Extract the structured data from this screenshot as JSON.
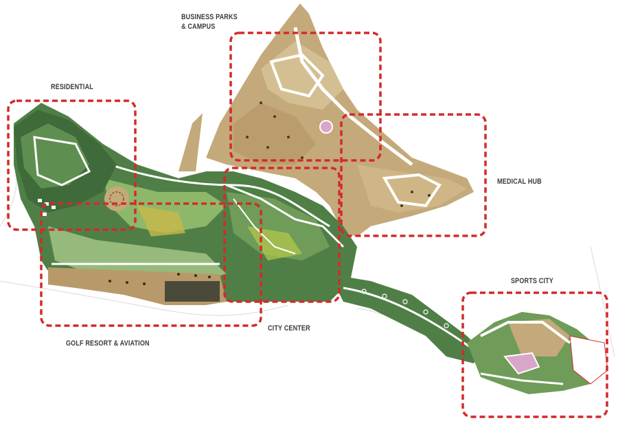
{
  "map": {
    "zones": [
      {
        "id": "business",
        "label_lines": [
          "BUSINESS PARKS",
          "& CAMPUS"
        ]
      },
      {
        "id": "residential",
        "label_lines": [
          "RESIDENTIAL"
        ]
      },
      {
        "id": "medical",
        "label_lines": [
          "MEDICAL HUB"
        ]
      },
      {
        "id": "city-center",
        "label_lines": [
          "CITY CENTER"
        ]
      },
      {
        "id": "golf",
        "label_lines": [
          "GOLF RESORT & AVIATION"
        ]
      },
      {
        "id": "sports",
        "label_lines": [
          "SPORTS CITY"
        ]
      }
    ],
    "colors": {
      "boundary": "#d42a2a",
      "desert": "#c4a97a",
      "desert_dark": "#a88b5c",
      "green_dark": "#3f6b3a",
      "green_light": "#8db86a",
      "road": "#ffffff"
    }
  }
}
